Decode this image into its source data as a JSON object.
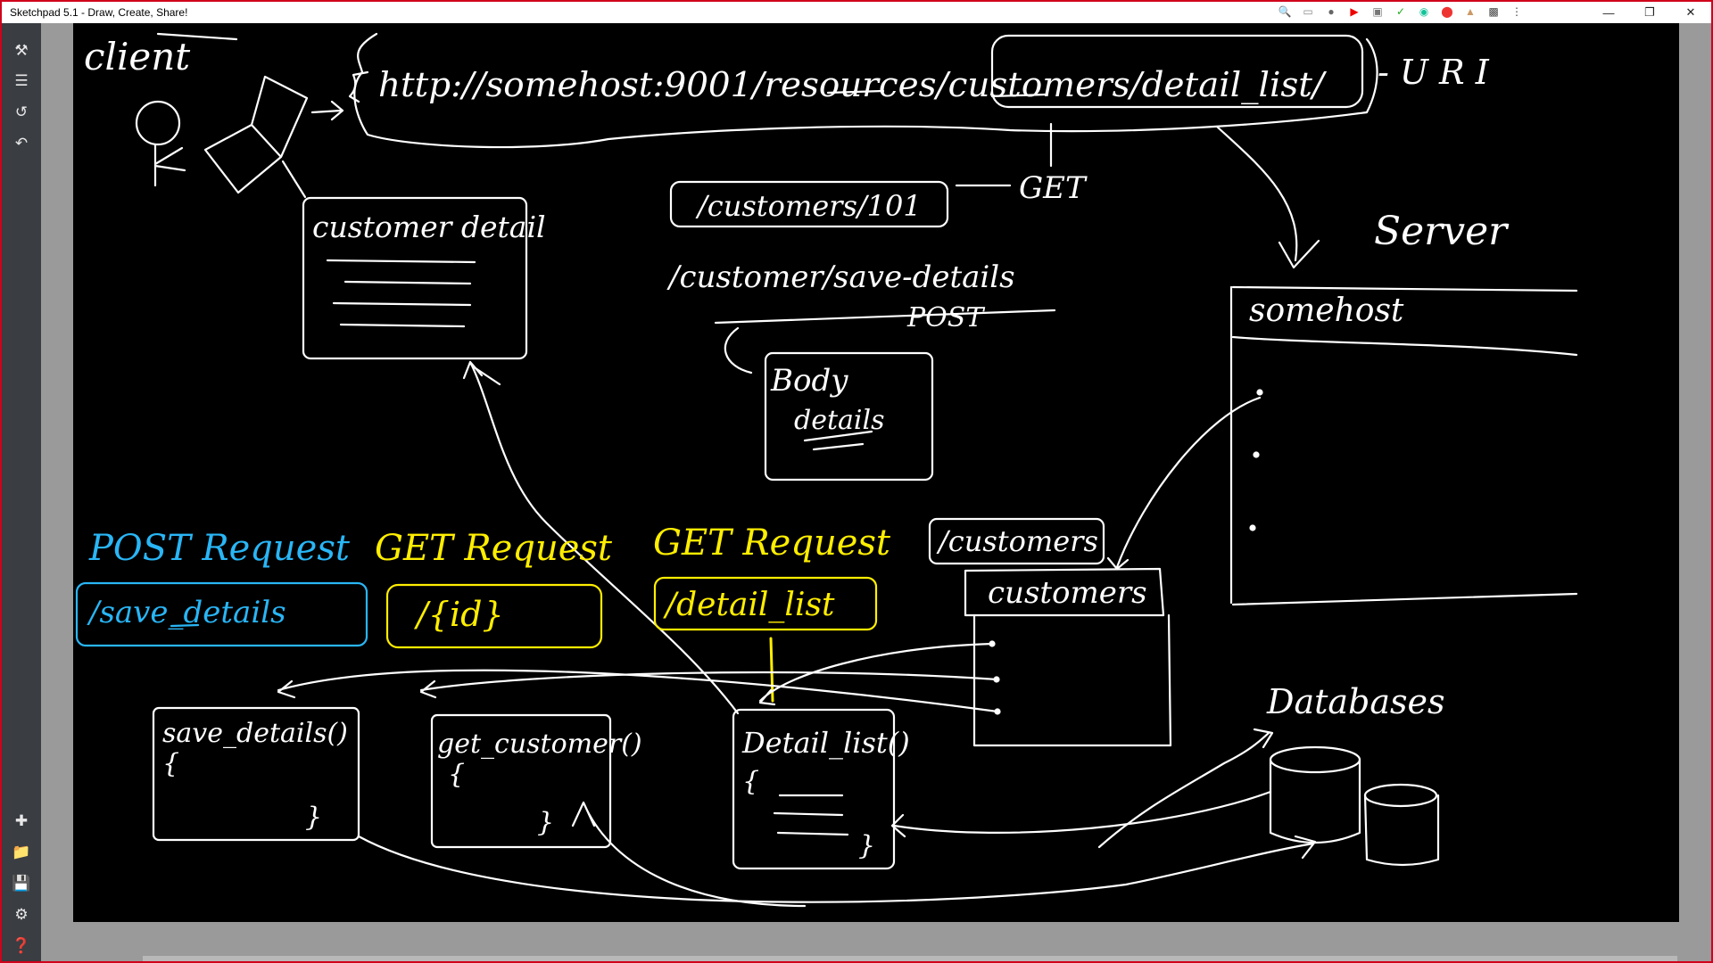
{
  "window": {
    "title": "Sketchpad 5.1 - Draw, Create, Share!",
    "controls": [
      "minimize-icon",
      "restore-icon",
      "close-icon"
    ]
  },
  "extensions": [
    "zoom-icon",
    "cast-icon",
    "pin-icon",
    "youtube-icon",
    "screenshot-icon",
    "edit-icon",
    "grammarly-icon",
    "record-icon",
    "shield-icon",
    "puzzle-icon",
    "more-icon"
  ],
  "toolbar": {
    "top": [
      "tools-icon",
      "layers-icon",
      "history-icon",
      "undo-icon"
    ],
    "bottom": [
      "add-icon",
      "folder-icon",
      "save-icon",
      "settings-icon",
      "help-icon"
    ]
  },
  "colors": {
    "canvas": "#000000",
    "ink": "#ffffff",
    "blue": "#29b6f6",
    "yellow": "#ffee00",
    "accent_border": "#d0021b"
  },
  "drawing": {
    "client": "client",
    "url": "http://somehost:9001/resources/customers/detail_list/",
    "uri": "- U R I",
    "get_top": "GET",
    "customer_detail": "customer detail",
    "path_101": "/customers/101",
    "path_save": "/customer/save-details",
    "post_top": "POST",
    "body": "Body",
    "body_details": "details",
    "server": "Server",
    "somehost": "somehost",
    "post_request": "POST Request",
    "save_details_path": "/save_details",
    "get_request_1": "GET Request",
    "id_path": "/{id}",
    "get_request_2": "GET Request",
    "detail_list_path": "/detail_list",
    "customers_path": "/customers",
    "customers_box": "customers",
    "databases": "Databases",
    "fn_save": "save_details()",
    "fn_get": "get_customer()",
    "fn_detail": "Detail_list()",
    "brace_open": "{",
    "brace_close": "}"
  }
}
